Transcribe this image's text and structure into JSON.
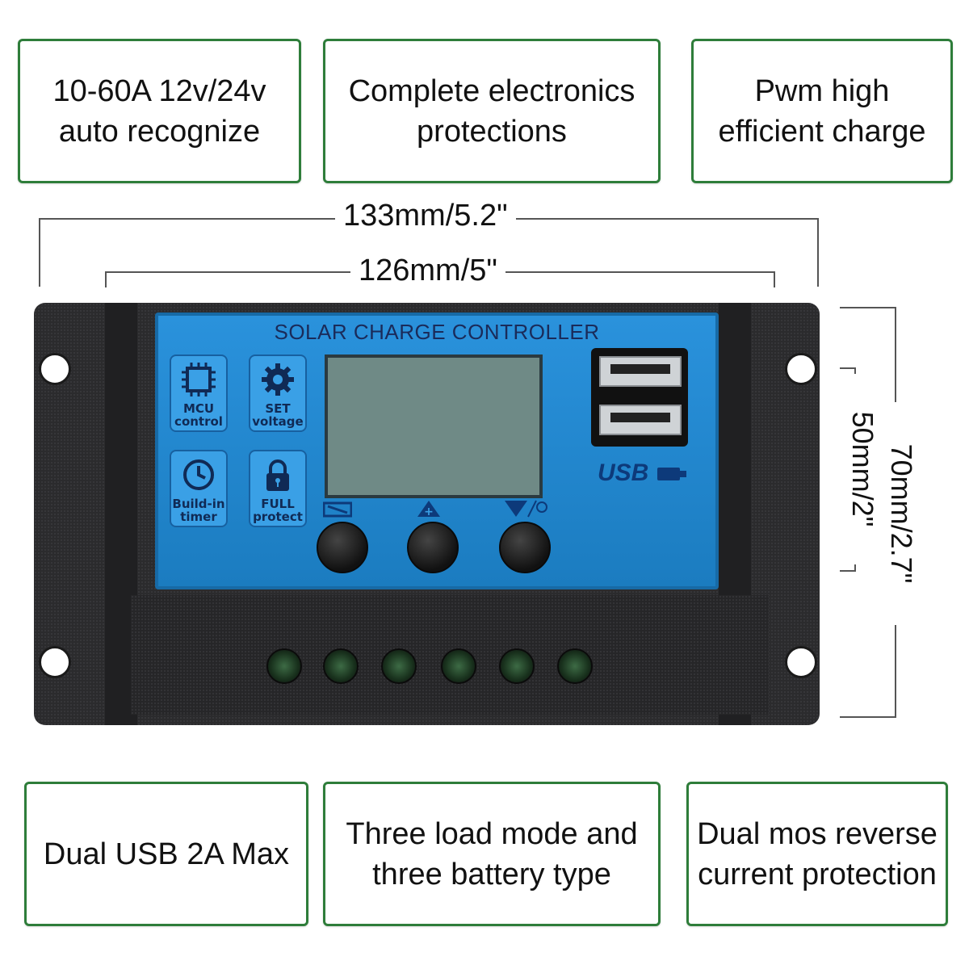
{
  "features_top": [
    {
      "line1": "10-60A 12v/24v",
      "line2": "auto recognize"
    },
    {
      "line1": "Complete electronics",
      "line2": "protections"
    },
    {
      "line1": "Pwm high",
      "line2": "efficient charge"
    }
  ],
  "features_bottom": [
    {
      "line1": "Dual USB 2A Max",
      "line2": ""
    },
    {
      "line1": "Three load mode and",
      "line2": "three battery type"
    },
    {
      "line1": "Dual mos reverse",
      "line2": "current protection"
    }
  ],
  "dimensions": {
    "outer_width": "133mm/5.2\"",
    "inner_width": "126mm/5\"",
    "inner_height": "50mm/2\"",
    "outer_height": "70mm/2.7\""
  },
  "device": {
    "panel_title": "SOLAR CHARGE CONTROLLER",
    "tiles": [
      {
        "line1": "MCU",
        "line2": "control",
        "icon": "chip-icon"
      },
      {
        "line1": "SET",
        "line2": "voltage",
        "icon": "gear-icon"
      },
      {
        "line1": "Build-in",
        "line2": "timer",
        "icon": "clock-icon"
      },
      {
        "line1": "FULL",
        "line2": "protect",
        "icon": "lock-icon"
      }
    ],
    "usb_label": "USB",
    "colors": {
      "panel": "#1f84cc",
      "border": "#2e7d3a"
    }
  }
}
